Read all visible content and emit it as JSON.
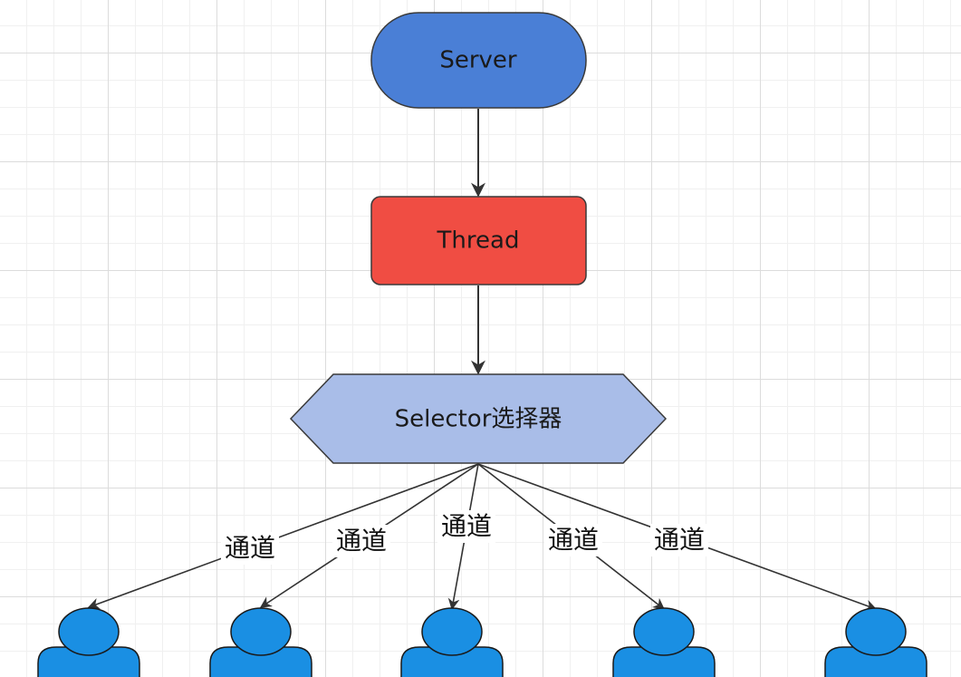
{
  "nodes": {
    "server": {
      "label": "Server",
      "color": "#4a7fd6"
    },
    "thread": {
      "label": "Thread",
      "color": "#f04d43"
    },
    "selector": {
      "label": "Selector选择器",
      "color": "#a9bde8"
    }
  },
  "edges": {
    "channel_label": "通道",
    "channels": [
      {
        "label": "通道"
      },
      {
        "label": "通道"
      },
      {
        "label": "通道"
      },
      {
        "label": "通道"
      },
      {
        "label": "通道"
      }
    ]
  },
  "clients": {
    "count": 5,
    "icon": "user-icon",
    "color": "#1a8fe3"
  }
}
